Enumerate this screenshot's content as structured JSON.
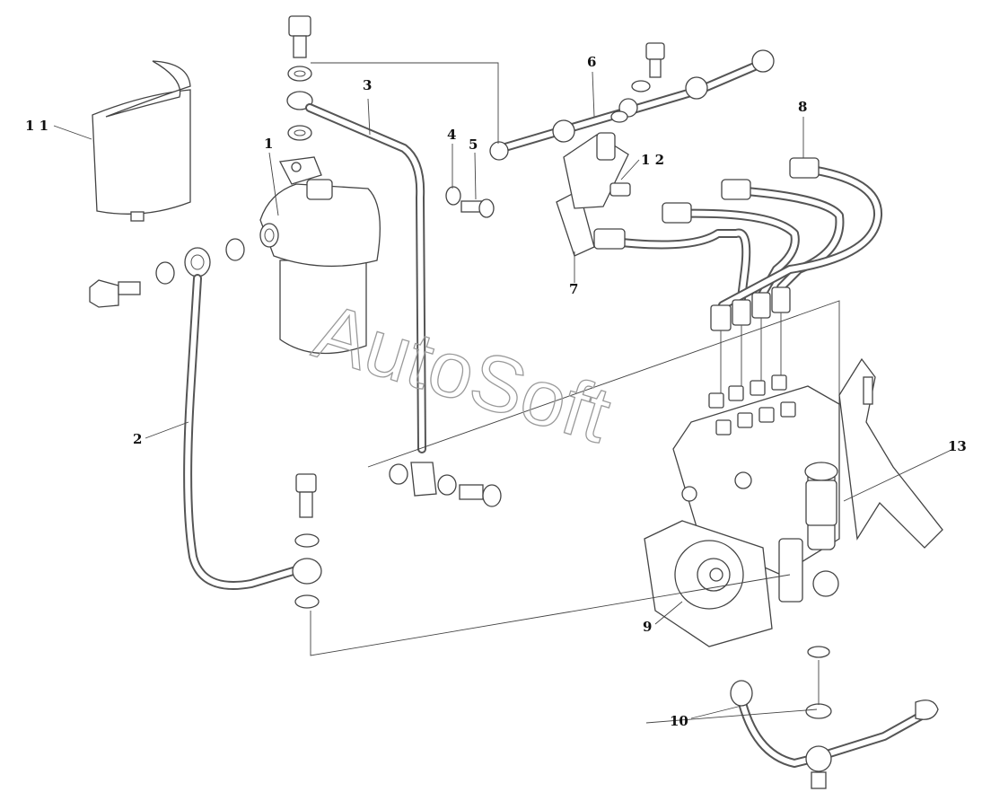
{
  "watermark": "AutoSoft",
  "callouts": [
    {
      "id": "c1",
      "text": "1"
    },
    {
      "id": "c2",
      "text": "2"
    },
    {
      "id": "c3",
      "text": "3"
    },
    {
      "id": "c4",
      "text": "4"
    },
    {
      "id": "c5",
      "text": "5"
    },
    {
      "id": "c6",
      "text": "6"
    },
    {
      "id": "c7",
      "text": "7"
    },
    {
      "id": "c8",
      "text": "8"
    },
    {
      "id": "c9",
      "text": "9"
    },
    {
      "id": "c10",
      "text": "10"
    },
    {
      "id": "c11",
      "text": "1 1"
    },
    {
      "id": "c12",
      "text": "1 2"
    },
    {
      "id": "c13",
      "text": "13"
    }
  ]
}
